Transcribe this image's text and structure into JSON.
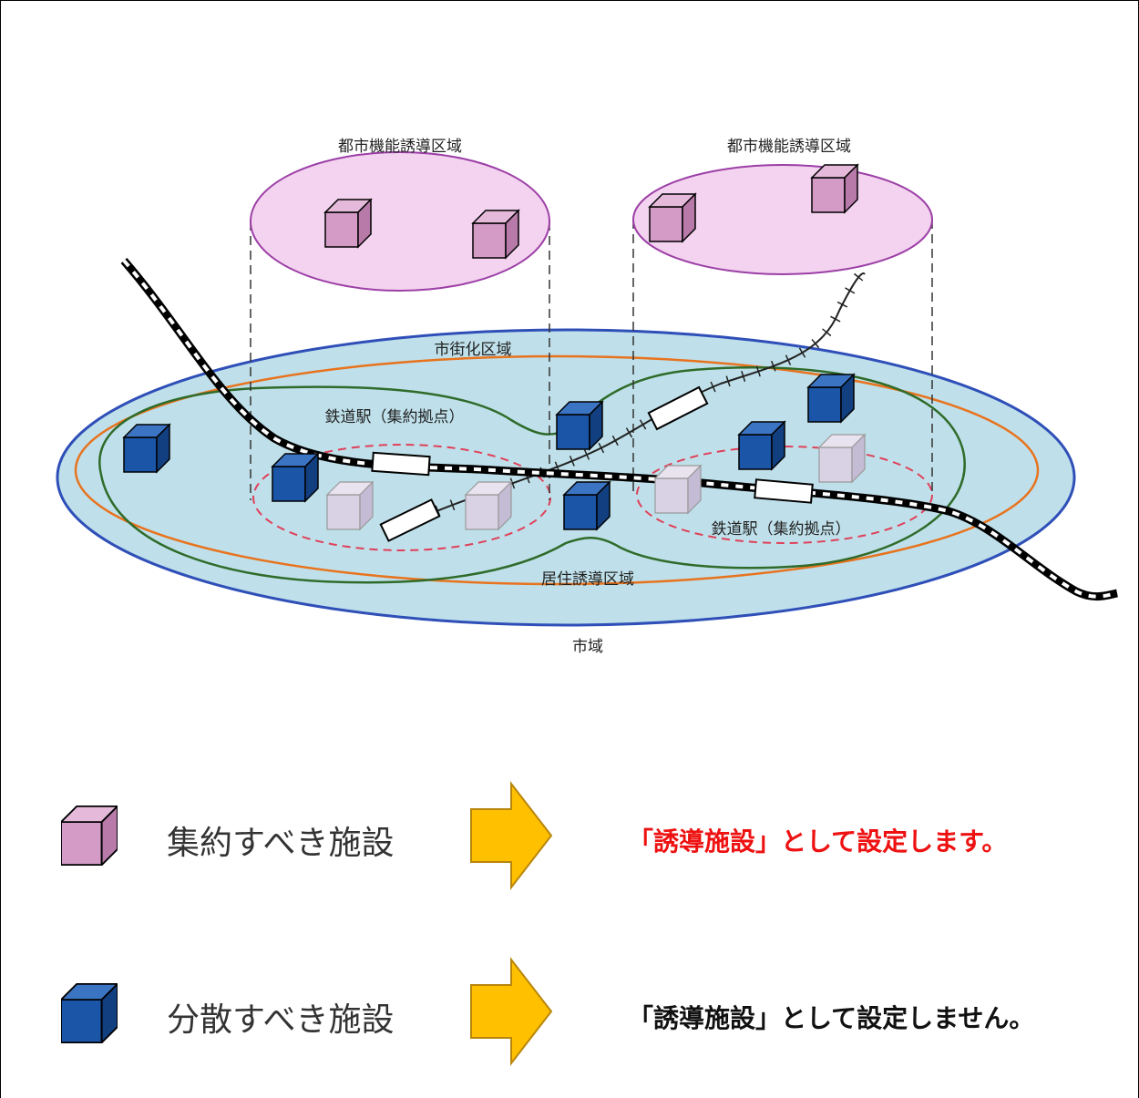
{
  "colors": {
    "gather_facility": "#d39bc6",
    "disperse_facility": "#1a55a8",
    "induction_zone": "#f3d3ef",
    "city_area": "#bfe0ea",
    "city_border": "#2f4fb8",
    "urbanization_border": "#e8731e",
    "residence_border": "#2f6b2a",
    "station_border": "#e0405a",
    "arrow": "#ffc000",
    "highlight_text": "#ee1111",
    "normal_text": "#111111"
  },
  "diagram": {
    "labels": {
      "urban_function_zone_left": "都市機能誘導区域",
      "urban_function_zone_right": "都市機能誘導区域",
      "urbanization_area": "市街化区域",
      "station_left": "鉄道駅（集約拠点）",
      "station_right": "鉄道駅（集約拠点）",
      "residence_zone": "居住誘導区域",
      "city_area": "市域"
    }
  },
  "legend": [
    {
      "icon": "pink-cube-icon",
      "label": "集約すべき施設",
      "result": "「誘導施設」として設定します。"
    },
    {
      "icon": "blue-cube-icon",
      "label": "分散すべき施設",
      "result": "「誘導施設」として設定しません。"
    }
  ]
}
